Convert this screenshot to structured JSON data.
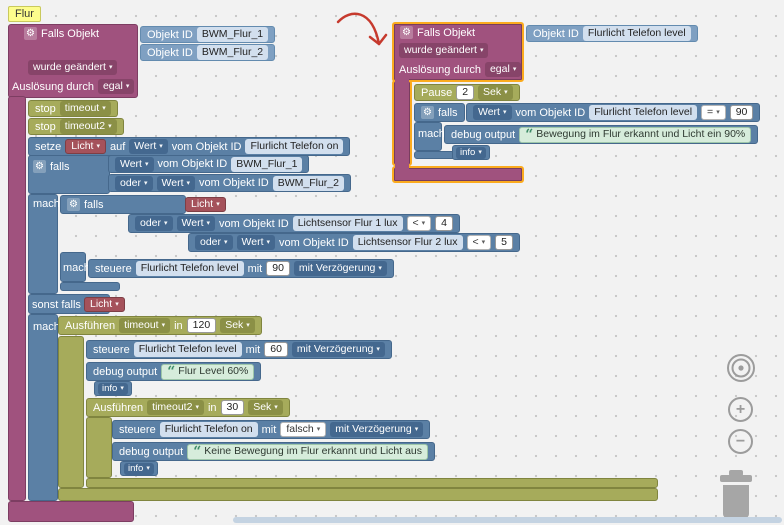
{
  "tag": {
    "label": "Flur"
  },
  "icons": {
    "gear": "⚙",
    "arrow": "▾",
    "quote": "“"
  },
  "t": {
    "falls_objekt": "Falls Objekt",
    "objekt_id": "Objekt ID",
    "wurde_geaendert": "wurde geändert",
    "ausloesung_durch": "Auslösung durch",
    "egal": "egal",
    "stop": "stop",
    "setze": "setze",
    "licht": "Licht",
    "auf": "auf",
    "wert": "Wert",
    "vom_objekt_id": "vom Objekt ID",
    "falls": "falls",
    "oder": "oder",
    "mache": "mache",
    "sonst_falls": "sonst falls",
    "steuere": "steuere",
    "mit": "mit",
    "mit_verzoegerung": "mit Verzögerung",
    "debug_output": "debug output",
    "info": "info",
    "ausfuehren": "Ausführen",
    "in_word": "in",
    "sek": "Sek",
    "pause": "Pause",
    "less_than": "<",
    "equals": "="
  },
  "left": {
    "oid1": "BWM_Flur_1",
    "oid2": "BWM_Flur_2",
    "timer1": "timeout",
    "timer2": "timeout2",
    "setze_target": "Flurlicht Telefon on",
    "cond1": "BWM_Flur_1",
    "cond2": "BWM_Flur_2",
    "lux1_sensor": "Lichtsensor Flur 1 lux",
    "lux1_limit": "4",
    "lux2_sensor": "Lichtsensor Flur 2 lux",
    "lux2_limit": "5",
    "level_target": "Flurlicht Telefon level",
    "level_value": "90",
    "timer1_duration": "120",
    "level_target2": "Flurlicht Telefon level",
    "level_value2": "60",
    "debug1": "Flur Level 60%",
    "timer2_duration": "30",
    "switch_target": "Flurlicht Telefon on",
    "switch_value": "falsch",
    "debug2": "Keine Bewegung im Flur erkannt und Licht aus"
  },
  "right": {
    "oid": "Flurlicht Telefon level",
    "pause_secs": "2",
    "cond_target": "Flurlicht Telefon level",
    "cond_value": "90",
    "debug": "Bewegung im Flur erkannt und Licht ein 90%"
  },
  "controls": {
    "zoom_in": "+",
    "zoom_out": "−"
  }
}
